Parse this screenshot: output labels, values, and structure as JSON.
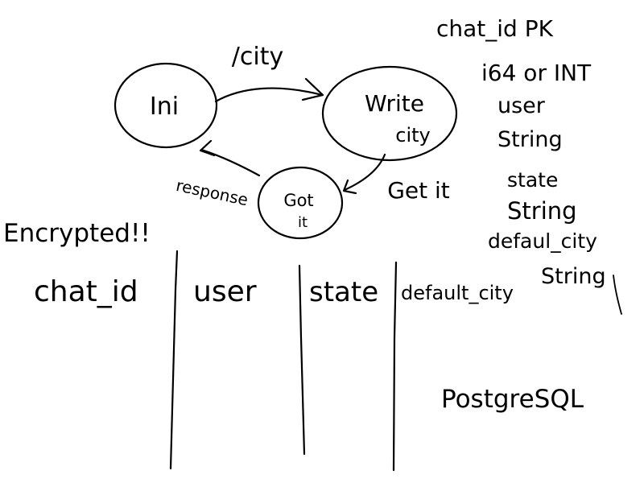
{
  "state_machine": {
    "states": [
      {
        "id": "ini",
        "label": "Ini"
      },
      {
        "id": "write_city",
        "label_line1": "Write",
        "label_line2": "city"
      },
      {
        "id": "got_it",
        "label_line1": "Got",
        "label_line2": "it"
      }
    ],
    "transitions": [
      {
        "from": "ini",
        "to": "write_city",
        "label": "/city"
      },
      {
        "from": "write_city",
        "to": "got_it",
        "label": "Get it"
      },
      {
        "from": "got_it",
        "to": "ini",
        "label": "response"
      }
    ]
  },
  "schema_notes": {
    "chat_id_line1": "chat_id PK",
    "chat_id_line2": "i64 or INT",
    "user_name": "user",
    "user_type": "String",
    "state_name": "state",
    "state_type": "String",
    "default_city_name": "defaul_city",
    "default_city_type": "String"
  },
  "encrypted_note": "Encrypted!!",
  "table": {
    "columns": [
      "chat_id",
      "user",
      "state",
      "default_city"
    ]
  },
  "database_label": "PostgreSQL",
  "colors": {
    "ink": "#000000",
    "paper": "#ffffff"
  }
}
